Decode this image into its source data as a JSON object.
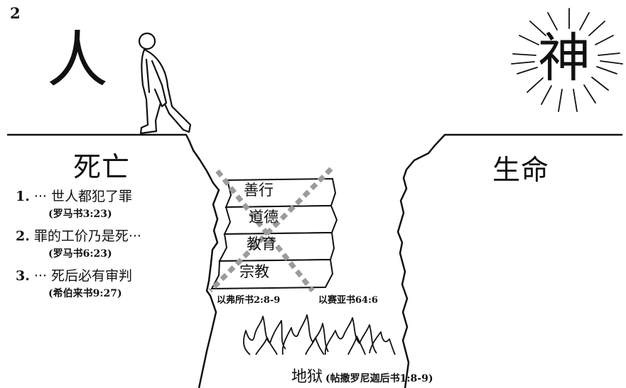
{
  "page_number": "2",
  "man_char": "人",
  "god_char": "神",
  "death_label": "死亡",
  "life_label": "生命",
  "verses": [
    {
      "num": "1.",
      "text": "··· 世人都犯了罪",
      "ref": "(罗马书3:23)"
    },
    {
      "num": "2.",
      "text": "罪的工价乃是死···",
      "ref": "(罗马书6:23)"
    },
    {
      "num": "3.",
      "text": "··· 死后必有审判",
      "ref": "(希伯来书9:27)"
    }
  ],
  "planks": [
    "善行",
    "道德",
    "教育",
    "宗教"
  ],
  "plank_refs": [
    "以弗所书2:8-9",
    "以赛亚书64:6"
  ],
  "hell": {
    "label": "地狱",
    "ref": "(帖撒罗尼迦后书1:8-9)"
  },
  "colors": {
    "ink": "#111111",
    "cross_out": "#9b9b9b",
    "background": "#ffffff"
  }
}
